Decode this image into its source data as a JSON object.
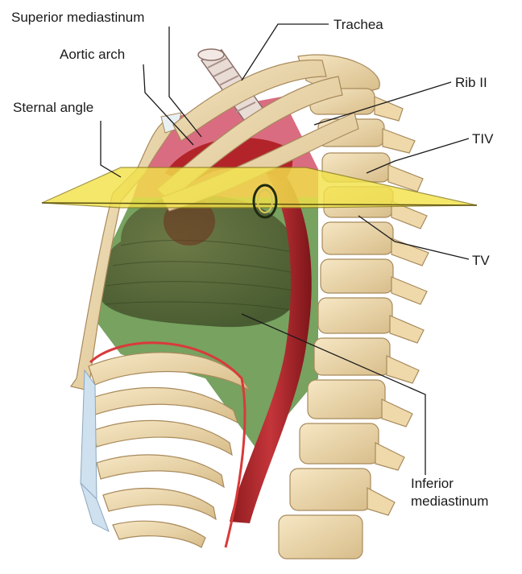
{
  "labels": {
    "superior_mediastinum": "Superior mediastinum",
    "trachea": "Trachea",
    "aortic_arch": "Aortic arch",
    "rib_ii": "Rib II",
    "sternal_angle": "Sternal angle",
    "tiv": "TIV",
    "tv": "TV",
    "inferior_mediastinum_line1": "Inferior",
    "inferior_mediastinum_line2": "mediastinum"
  },
  "colors": {
    "bone": "#f1ddb3",
    "bone_shadow": "#c9ad7c",
    "superior_region": "#d65c73",
    "aorta": "#b3242a",
    "inferior_region": "#6b9a52",
    "heart": "#4f5b30",
    "plane": "#f2e24a",
    "costal_cartilage": "#cfe0ef",
    "leader_line": "#1a1a1a"
  }
}
